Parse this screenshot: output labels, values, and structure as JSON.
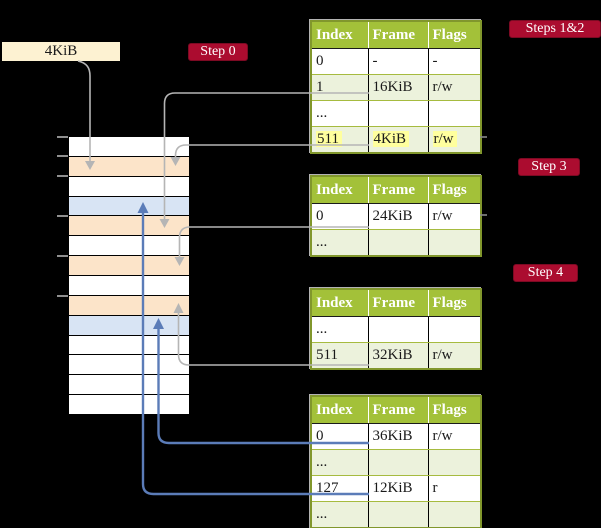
{
  "frame_box": {
    "label": "4KiB"
  },
  "badges": [
    {
      "id": "step0",
      "label": "Step 0"
    },
    {
      "id": "steps12",
      "label": "Steps 1&2"
    },
    {
      "id": "step3",
      "label": "Step 3"
    },
    {
      "id": "step4",
      "label": "Step 4"
    }
  ],
  "tables": [
    {
      "name": "page-table-root-at-4kib",
      "headers": [
        "Index",
        "Frame",
        "Flags"
      ],
      "rows": [
        {
          "cells": [
            "0",
            "-",
            "-"
          ]
        },
        {
          "cells": [
            "1",
            "16KiB",
            "r/w"
          ]
        },
        {
          "cells": [
            "...",
            "",
            ""
          ]
        },
        {
          "cells": [
            "511",
            "4KiB",
            "r/w"
          ],
          "highlight": true
        }
      ]
    },
    {
      "name": "page-table-at-16kib",
      "headers": [
        "Index",
        "Frame",
        "Flags"
      ],
      "rows": [
        {
          "cells": [
            "0",
            "24KiB",
            "r/w"
          ]
        },
        {
          "cells": [
            "...",
            "",
            ""
          ]
        }
      ]
    },
    {
      "name": "page-table-at-24kib",
      "headers": [
        "Index",
        "Frame",
        "Flags"
      ],
      "rows": [
        {
          "cells": [
            "...",
            "",
            ""
          ]
        },
        {
          "cells": [
            "511",
            "32KiB",
            "r/w"
          ]
        }
      ]
    },
    {
      "name": "page-table-at-32kib",
      "headers": [
        "Index",
        "Frame",
        "Flags"
      ],
      "rows": [
        {
          "cells": [
            "0",
            "36KiB",
            "r/w"
          ]
        },
        {
          "cells": [
            "...",
            "",
            ""
          ]
        },
        {
          "cells": [
            "127",
            "12KiB",
            "r"
          ]
        },
        {
          "cells": [
            "...",
            "",
            ""
          ]
        }
      ]
    }
  ],
  "memory": {
    "rows": [
      {
        "type": "free"
      },
      {
        "type": "pagetable"
      },
      {
        "type": "free"
      },
      {
        "type": "data"
      },
      {
        "type": "pagetable"
      },
      {
        "type": "free"
      },
      {
        "type": "pagetable"
      },
      {
        "type": "free"
      },
      {
        "type": "pagetable"
      },
      {
        "type": "data"
      },
      {
        "type": "free"
      },
      {
        "type": "free"
      },
      {
        "type": "free"
      },
      {
        "type": "free"
      }
    ]
  },
  "colors": {
    "background": "#000000",
    "badge_red": "#ab0c2f",
    "frame_box_cream": "#fdf2d2",
    "table_header_green": "#a3c139",
    "table_row_green": "#ecf2dc",
    "highlight_yellow": "#ffff9e",
    "memory_pagetable_peach": "#fce4c9",
    "memory_data_blue": "#d8e4f4",
    "wire_gray": "#b5b5b5",
    "wire_blue": "#5b7cb8"
  }
}
